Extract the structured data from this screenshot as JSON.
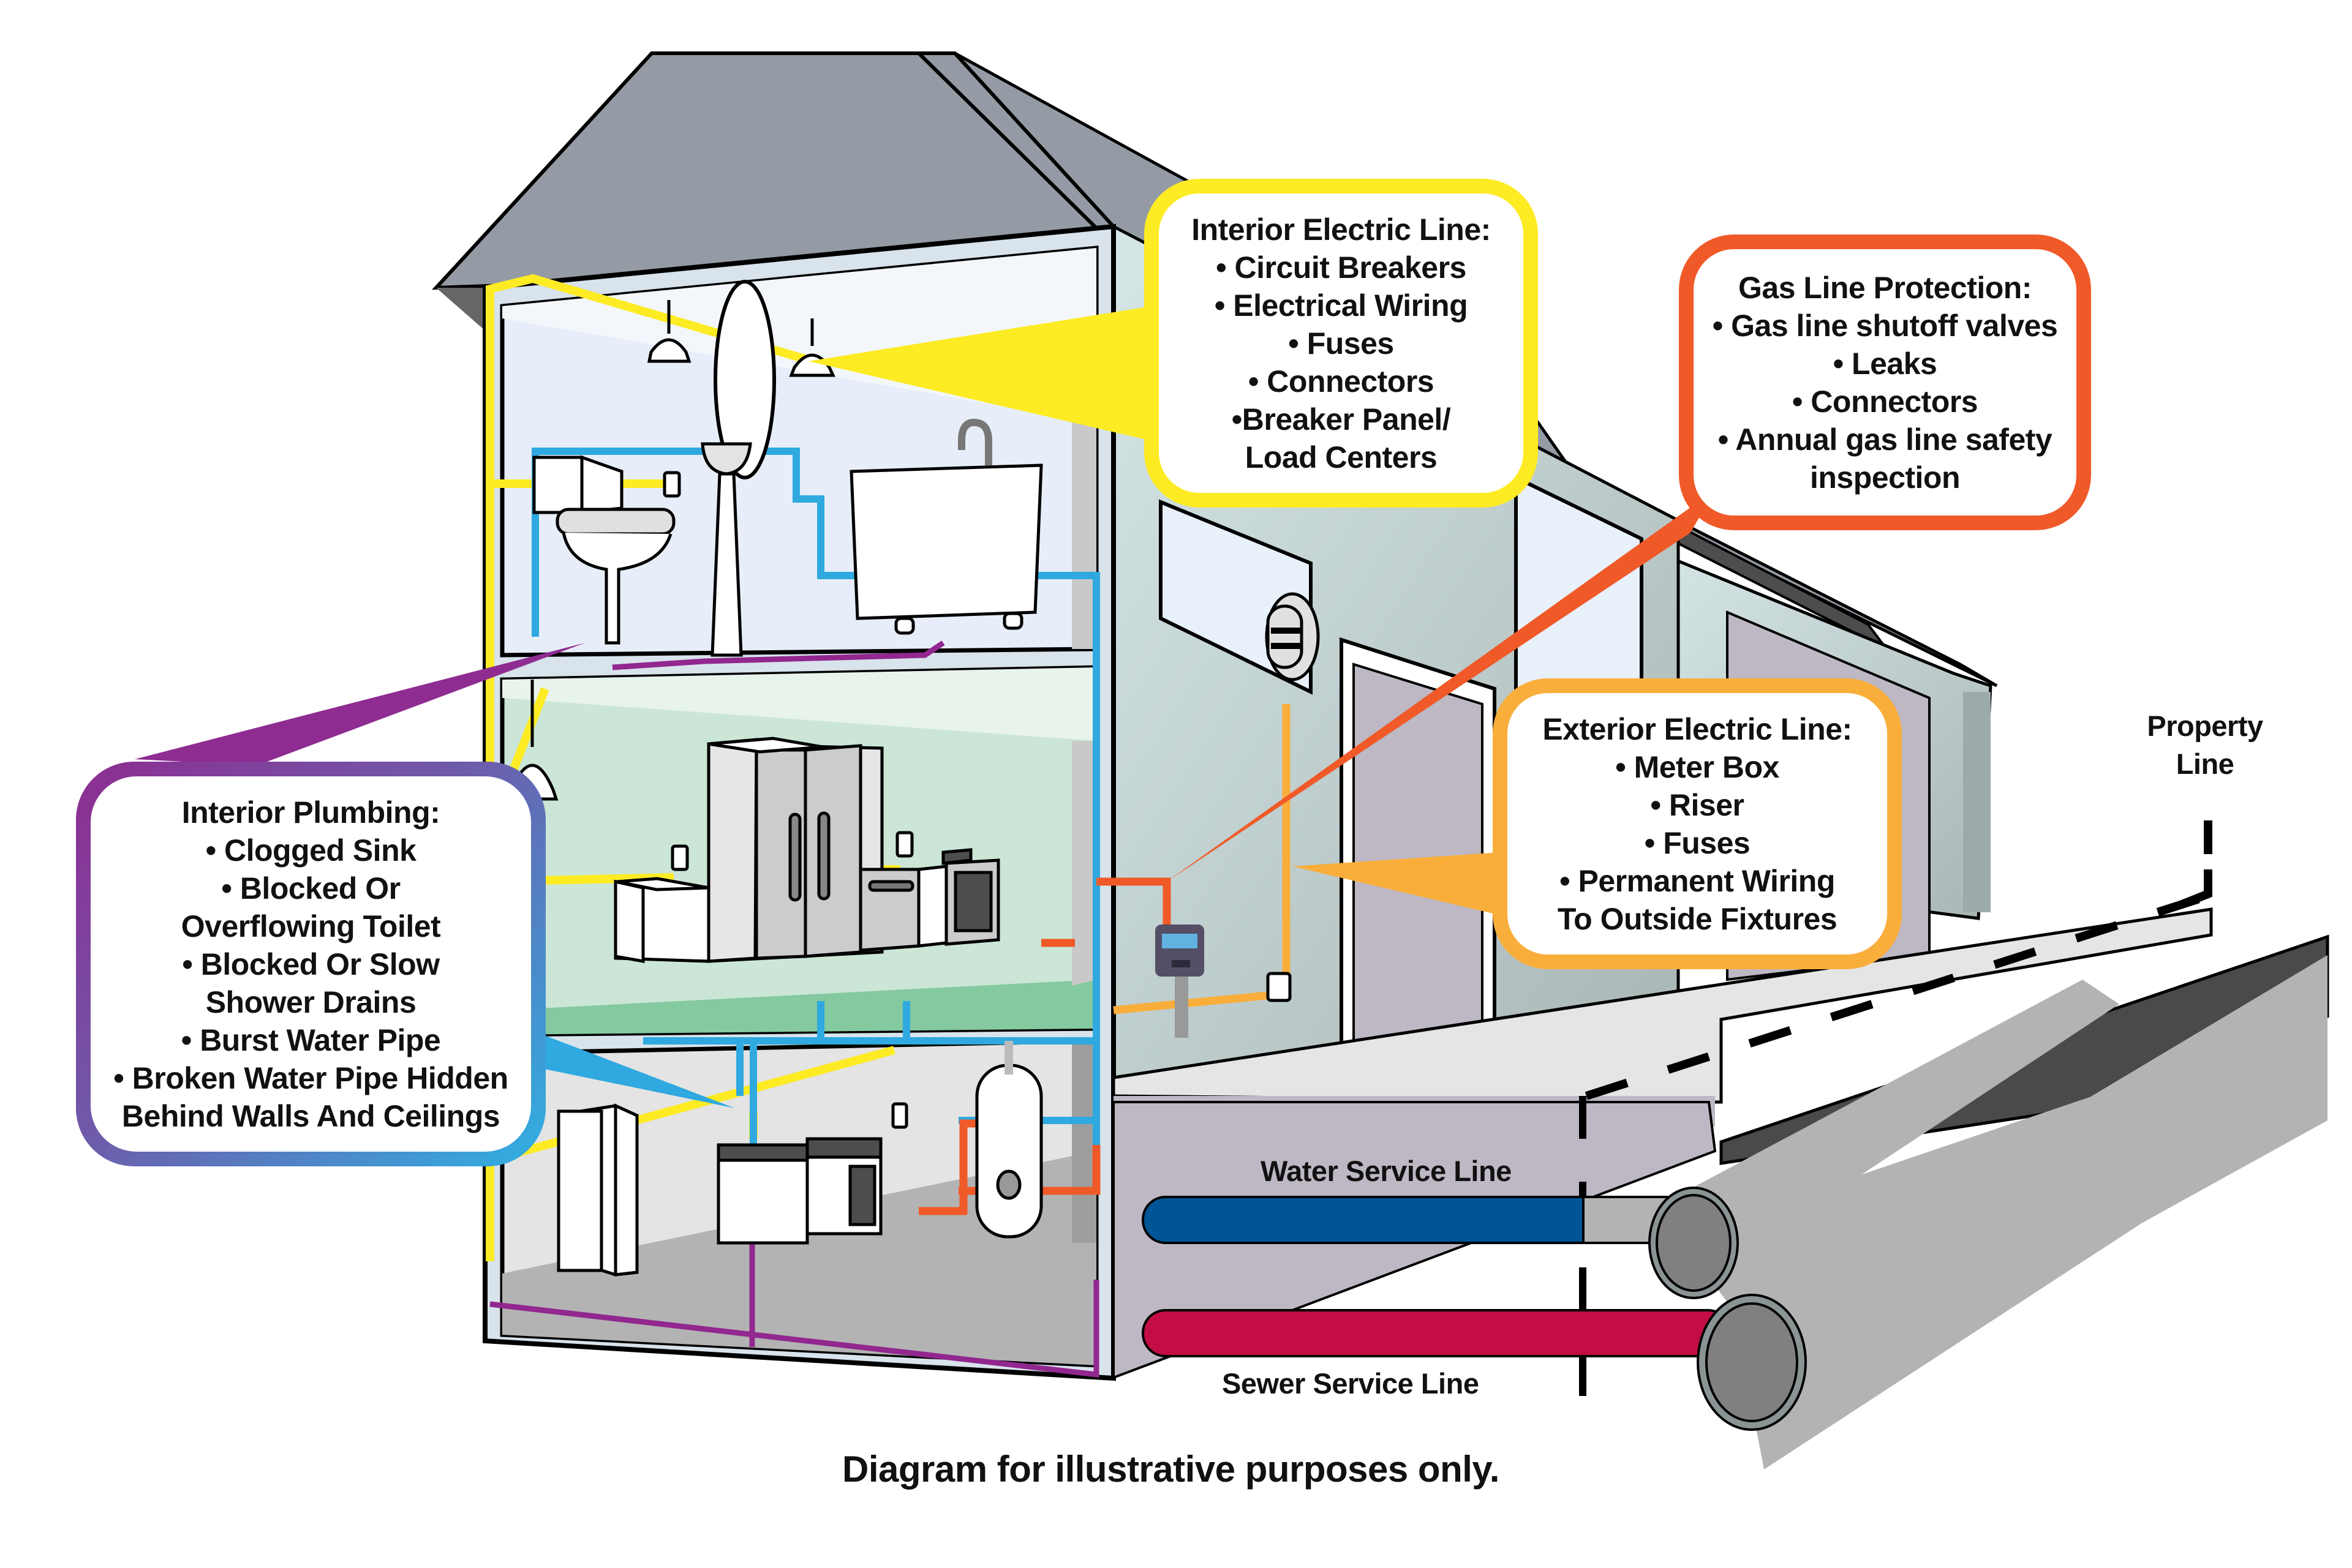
{
  "diagram": {
    "subject": "Home service lines diagram",
    "colors": {
      "interior_electric": "#FDEB24",
      "gas": "#F05A28",
      "exterior_electric": "#F9AE3B",
      "plumbing_start": "#8E2C91",
      "plumbing_end": "#2FB1E3",
      "water_pipe": "#005596",
      "sewer_pipe": "#C40D45",
      "drain_pipe": "#92278F",
      "supply_pipe": "#2FA9E0",
      "roof": "#959BA5",
      "street": "#4A4A4A"
    }
  },
  "callouts": {
    "interior_electric": {
      "title": "Interior Electric Line:",
      "items": [
        "• Circuit Breakers",
        "• Electrical Wiring",
        "• Fuses",
        "• Connectors",
        "•Breaker Panel/",
        "Load Centers"
      ]
    },
    "gas": {
      "title": "Gas Line Protection:",
      "items": [
        "• Gas line shutoff valves",
        "• Leaks",
        "• Connectors",
        "• Annual gas line safety",
        "inspection"
      ]
    },
    "exterior_electric": {
      "title": "Exterior Electric Line:",
      "items": [
        "• Meter Box",
        "• Riser",
        "• Fuses",
        "• Permanent Wiring",
        "To Outside Fixtures"
      ]
    },
    "interior_plumbing": {
      "title": "Interior Plumbing:",
      "items": [
        "• Clogged Sink",
        "• Blocked Or",
        "Overflowing Toilet",
        "• Blocked Or Slow",
        "Shower Drains",
        "• Burst Water Pipe",
        "• Broken Water Pipe Hidden",
        "Behind Walls And Ceilings"
      ]
    }
  },
  "labels": {
    "water_service_line": "Water Service Line",
    "sewer_service_line": "Sewer Service Line",
    "property_line": "Property Line",
    "footer": "Diagram for illustrative purposes only."
  }
}
